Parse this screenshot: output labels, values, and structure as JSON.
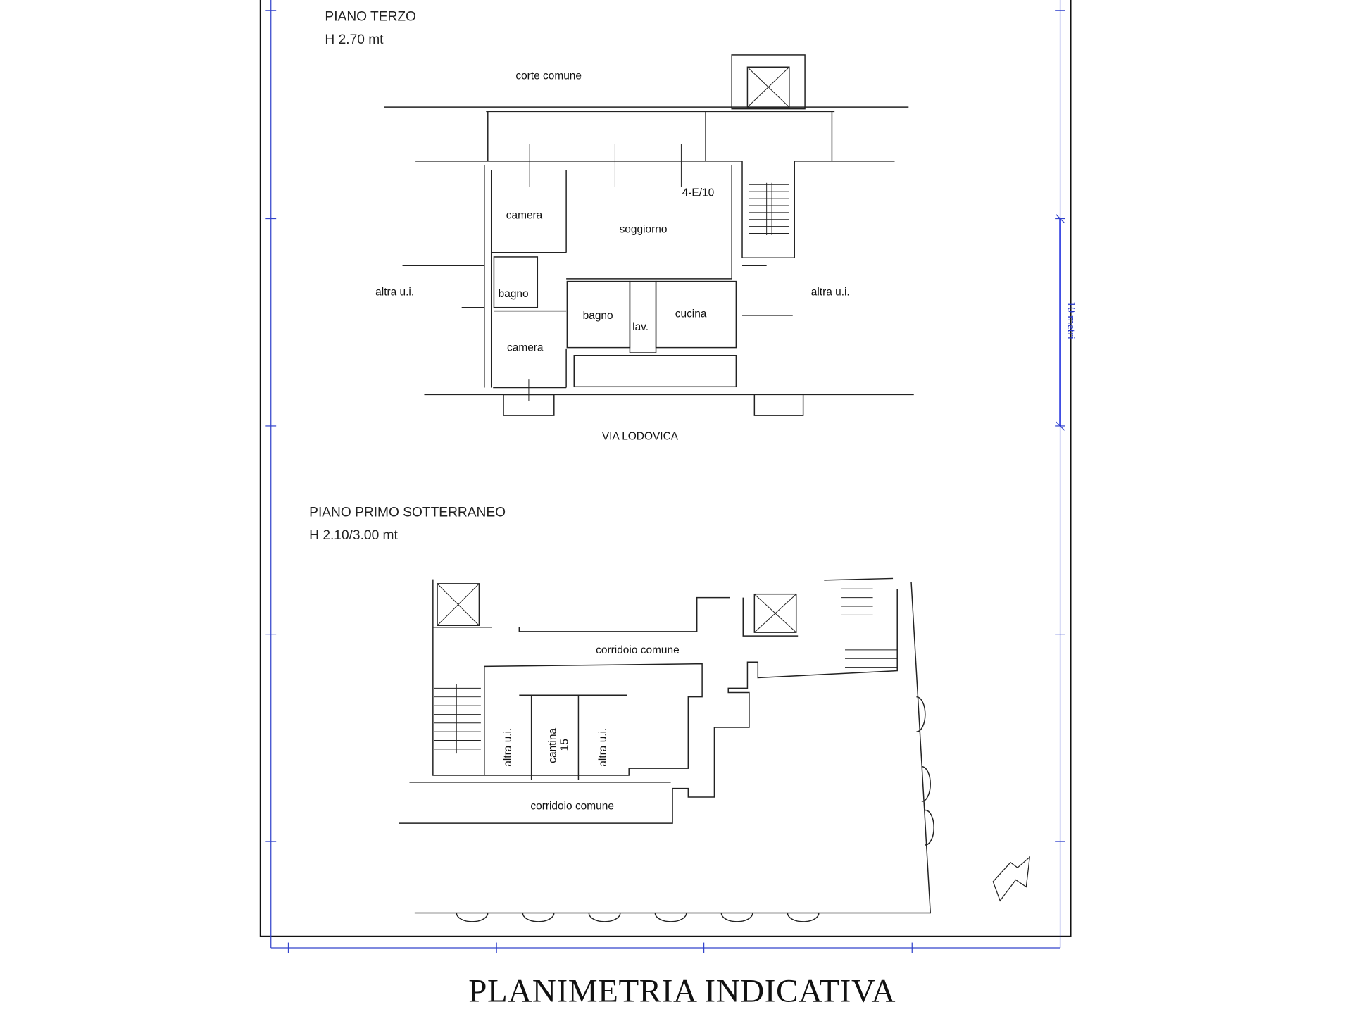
{
  "plan": {
    "upper_floor": {
      "title": "PIANO TERZO",
      "height": "H 2.70 mt",
      "labels": {
        "court": "corte comune",
        "unit_id": "4-E/10",
        "room_camera_1": "camera",
        "room_soggiorno": "soggiorno",
        "room_bagno_1": "bagno",
        "room_bagno_2": "bagno",
        "room_lav": "lav.",
        "room_cucina": "cucina",
        "room_camera_2": "camera",
        "other_unit_left": "altra u.i.",
        "other_unit_right": "altra u.i.",
        "street": "VIA LODOVICA"
      }
    },
    "basement": {
      "title": "PIANO PRIMO SOTTERRANEO",
      "height": "H 2.10/3.00 mt",
      "labels": {
        "corridor_top": "corridoio comune",
        "other_unit_left": "altra u.i.",
        "cellar": "cantina",
        "cellar_number": "15",
        "other_unit_right": "altra u.i.",
        "corridor_bottom": "corridoio comune"
      }
    },
    "scale_label": "10 metri",
    "caption": "PLANIMETRIA INDICATIVA"
  }
}
